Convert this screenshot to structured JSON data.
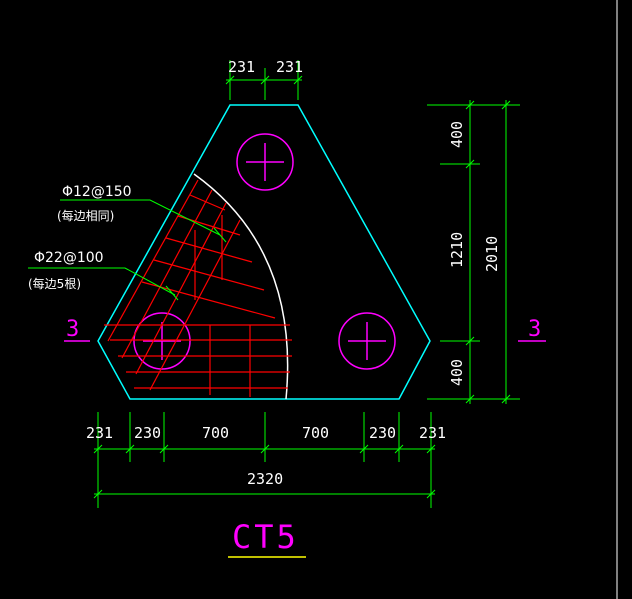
{
  "drawing": {
    "title": "CT5",
    "section_left": "3",
    "section_right": "3",
    "note_top_rebar": "Φ12@150",
    "note_top_sub": "(每边相同)",
    "note_bottom_rebar": "Φ22@100",
    "note_bottom_sub": "(每边5根)",
    "dims_top": [
      "231",
      "231"
    ],
    "dims_right": [
      "400",
      "1210",
      "400"
    ],
    "dim_right_total": "2010",
    "dims_bottom": [
      "231",
      "230",
      "700",
      "700",
      "230",
      "231"
    ],
    "dim_bottom_total": "2320"
  },
  "colors": {
    "background": "#000000",
    "outline": "#00ffff",
    "pile": "#ff00ff",
    "rebar": "#ff0000",
    "dimension": "#00ff00",
    "leader": "#00ff00",
    "arc": "#ffffff",
    "title_underline": "#ffff00"
  }
}
